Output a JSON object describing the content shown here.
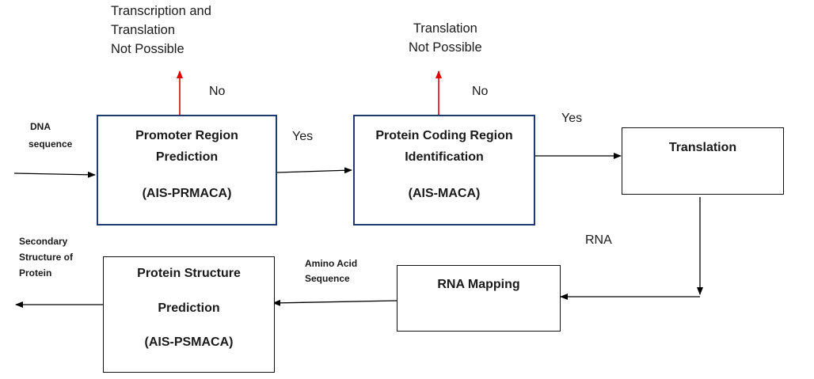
{
  "boxes": {
    "promoter": {
      "line1": "Promoter Region",
      "line2": "Prediction",
      "line3": "(AIS-PRMACA)"
    },
    "coding": {
      "line1": "Protein Coding Region",
      "line2": "Identification",
      "line3": "(AIS-MACA)"
    },
    "translation": {
      "label": "Translation"
    },
    "rna_mapping": {
      "label": "RNA Mapping"
    },
    "structure": {
      "line1": "Protein Structure",
      "line2": "Prediction",
      "line3": "(AIS-PSMACA)"
    }
  },
  "labels": {
    "not_possible_1": [
      "Transcription and",
      "Translation",
      "Not Possible"
    ],
    "not_possible_2": [
      "Translation",
      "Not Possible"
    ],
    "no_1": "No",
    "no_2": "No",
    "yes_1": "Yes",
    "yes_2": "Yes",
    "rna": "RNA",
    "dna": [
      "DNA",
      "sequence"
    ],
    "amino": [
      "Amino Acid",
      "Sequence"
    ],
    "secondary": [
      "Secondary",
      "Structure of",
      "Protein"
    ]
  },
  "colors": {
    "box_border_blue": "#1f3a6e",
    "reject_arrow": "#e00000",
    "flow_arrow": "#000000"
  }
}
